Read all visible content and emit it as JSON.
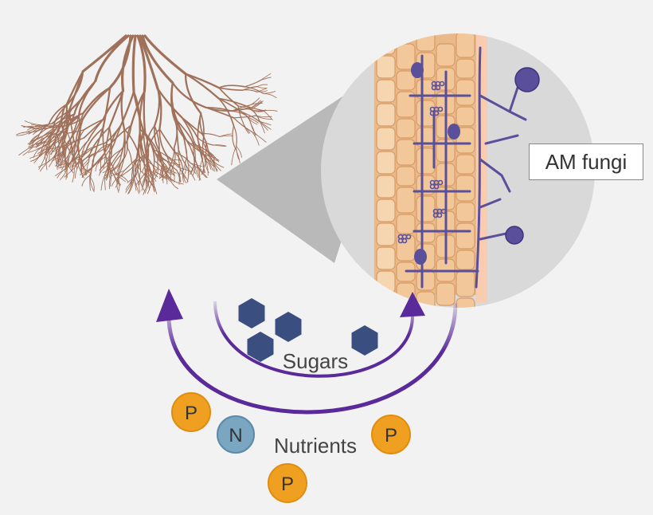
{
  "labels": {
    "am_fungi": "AM fungi",
    "sugars": "Sugars",
    "nutrients": "Nutrients"
  },
  "nutrient_badges": [
    {
      "letter": "P",
      "type": "phosphorus"
    },
    {
      "letter": "N",
      "type": "nitrogen"
    },
    {
      "letter": "P",
      "type": "phosphorus"
    },
    {
      "letter": "P",
      "type": "phosphorus"
    }
  ],
  "colors": {
    "background": "#f2f2f2",
    "root": "#a0715a",
    "arrow": "#5a2a9a",
    "sugar": "#3a4f7f",
    "phosphorus": "#f0a020",
    "nitrogen": "#7aa6c2",
    "fungi": "#5a4f9a",
    "plant_cell": "#f2c89a",
    "zoom_circle": "#d8d8d8"
  },
  "icons": {
    "sugar": "hexagon",
    "nutrient": "circle-badge",
    "vesicle": "oval",
    "arbuscule": "tree-cluster"
  }
}
